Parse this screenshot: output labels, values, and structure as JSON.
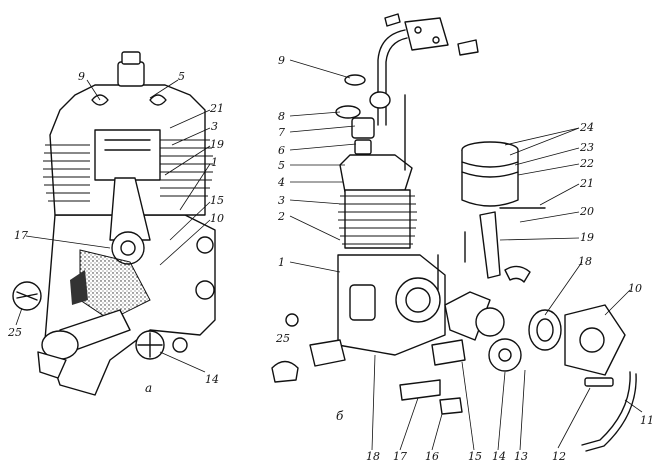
{
  "panel_a": {
    "label": "а",
    "callouts": [
      "9",
      "5",
      "21",
      "3",
      "19",
      "1",
      "15",
      "10",
      "17",
      "25",
      "14"
    ]
  },
  "panel_b": {
    "label": "б",
    "callouts": [
      "9",
      "8",
      "7",
      "6",
      "5",
      "4",
      "3",
      "2",
      "1",
      "25",
      "24",
      "23",
      "22",
      "21",
      "20",
      "19",
      "18",
      "10",
      "11",
      "12",
      "13",
      "14",
      "15",
      "16",
      "17",
      "18"
    ]
  }
}
